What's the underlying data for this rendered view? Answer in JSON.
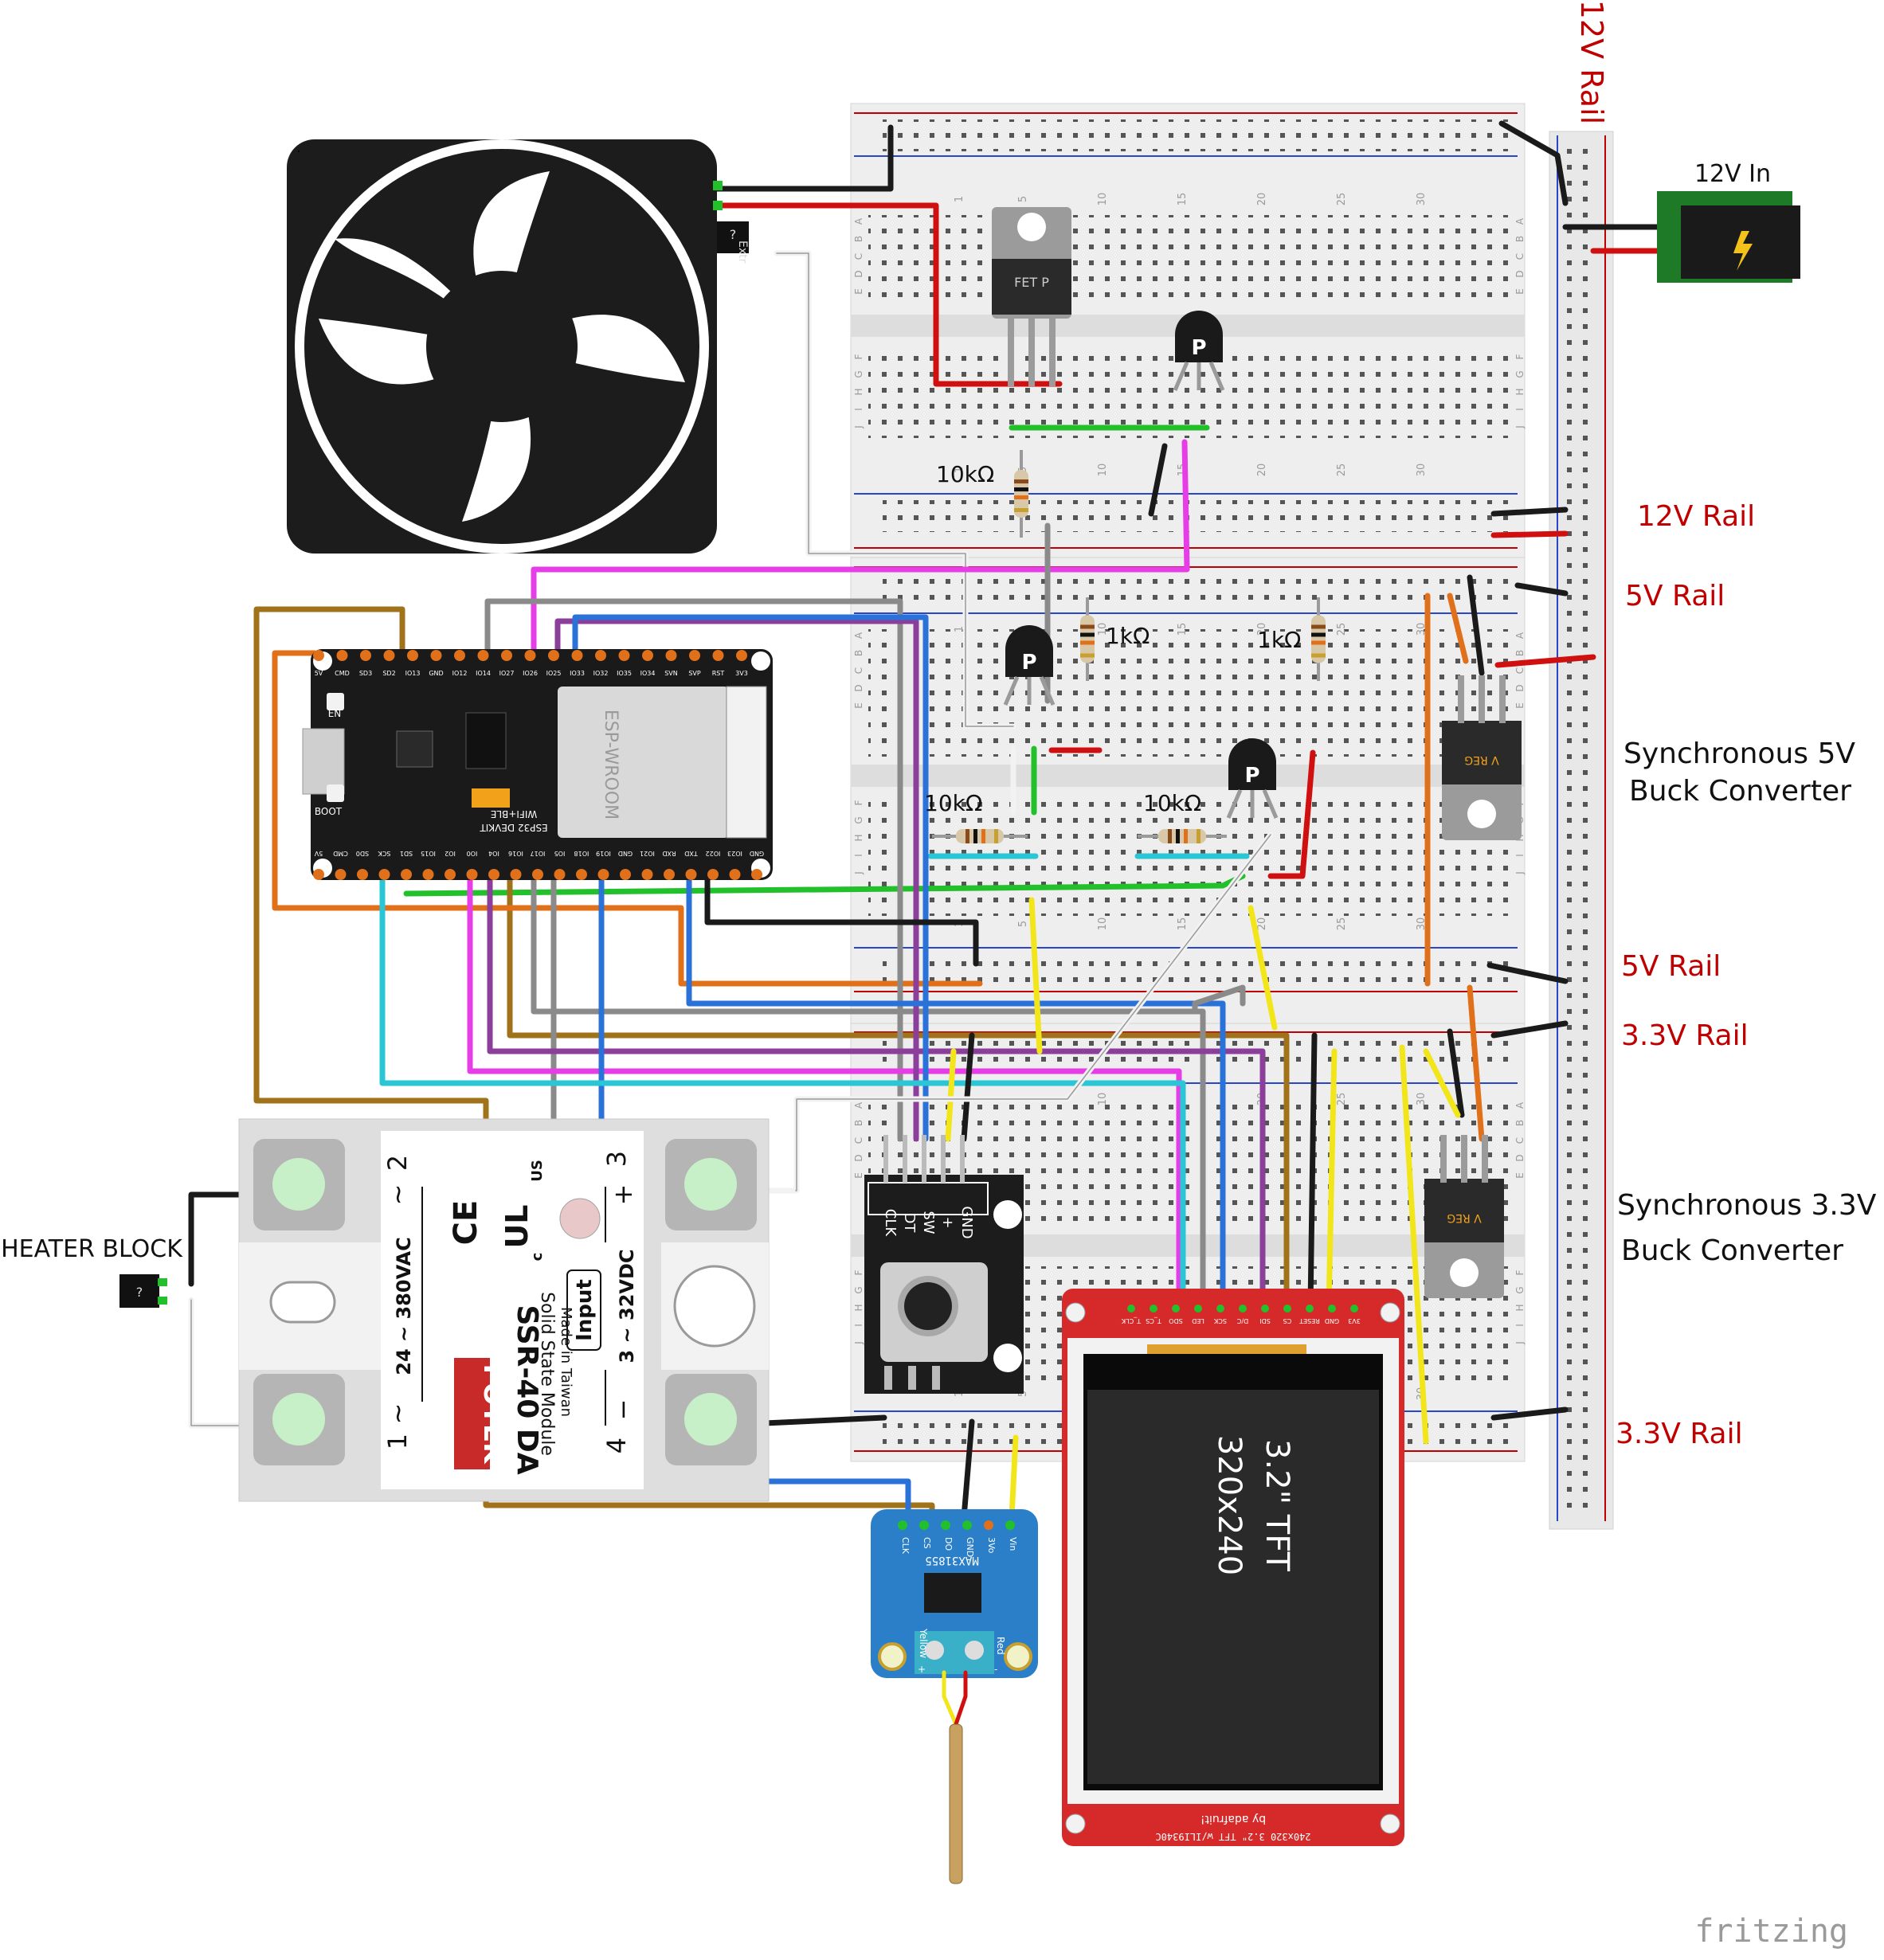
{
  "rail_labels": {
    "top_12v": "12V Rail",
    "mid_12v": "12V Rail",
    "mid_5v": "5V Rail",
    "low_5v": "5V Rail",
    "low_33v": "3.3V Rail",
    "bottom_33v": "3.3V Rail"
  },
  "power_in": {
    "label": "12V In"
  },
  "buck_5v": {
    "line1": "Synchronous 5V",
    "line2": "Buck Converter",
    "chip": "V REG"
  },
  "buck_33v": {
    "line1": "Synchronous 3.3V",
    "line2": "Buck Converter",
    "chip": "V REG"
  },
  "heater": {
    "label": "HEATER BLOCK",
    "marker": "?"
  },
  "fan": {
    "connector": "Extr",
    "marker": "?"
  },
  "resistors": {
    "r1": "10kΩ",
    "r2": "1kΩ",
    "r3": "1kΩ",
    "r4": "10kΩ",
    "r5": "10kΩ"
  },
  "mosfet": {
    "label": "FET P"
  },
  "transistor": {
    "label": "P"
  },
  "esp32": {
    "module": "ESP-WROOM",
    "board": "ESP32 DEVKIT",
    "sub": "WIFI+BLE",
    "en": "EN",
    "boot": "BOOT",
    "pins_top": [
      "5V",
      "CMD",
      "SD3",
      "SD2",
      "IO13",
      "GND",
      "IO12",
      "IO14",
      "IO27",
      "IO26",
      "IO25",
      "IO33",
      "IO32",
      "IO35",
      "IO34",
      "SVN",
      "SVP",
      "RST",
      "3V3"
    ],
    "pins_bottom": [
      "5V",
      "CMD",
      "SD0",
      "SCK",
      "SD1",
      "IO15",
      "IO2",
      "IO0",
      "IO4",
      "IO16",
      "IO17",
      "IO5",
      "IO18",
      "IO19",
      "GND",
      "IO21",
      "RXD",
      "TXD",
      "IO22",
      "IO23",
      "GND"
    ]
  },
  "ssr": {
    "brand": "FOTEK",
    "model": "SSR-40 DA",
    "desc": "Solid State Module",
    "made": "Made in Taiwan",
    "ac_range": "24 ~ 380VAC",
    "dc_range": "3 ~ 32VDC",
    "input": "Input",
    "t1": "1",
    "t2": "2",
    "t3": "3",
    "t4": "4",
    "plus": "+",
    "minus": "−",
    "tilde": "~",
    "cert_ce": "CE",
    "cert_ul": "UL",
    "cert_c": "c",
    "cert_us": "US"
  },
  "encoder": {
    "pins": [
      "CLK",
      "DT",
      "SW",
      "+",
      "GND"
    ]
  },
  "tft": {
    "size": "3.2\" TFT",
    "resolution": "320x240",
    "pins": [
      "T_CLK",
      "T_CS",
      "SDO",
      "LED",
      "SCK",
      "D/C",
      "SDI",
      "CS",
      "RESET",
      "GND",
      "3V3"
    ],
    "footer": "by adafruit!",
    "footer2": "240x320 3.2\" TFT w/ILI9340C"
  },
  "max31855": {
    "chip": "MAX31855",
    "pins": [
      "CLK",
      "CS",
      "DO",
      "GND",
      "3Vo",
      "Vin"
    ],
    "yellow": "Yellow",
    "red": "Red",
    "plus": "+",
    "minus": "-"
  },
  "breadboard": {
    "columns": [
      "1",
      "5",
      "10",
      "15",
      "20",
      "25",
      "30"
    ],
    "rows": [
      "A",
      "B",
      "C",
      "D",
      "E",
      "F",
      "G",
      "H",
      "I",
      "J"
    ]
  },
  "footer": {
    "brand": "fritzing"
  },
  "colors": {
    "rail_red": "#c00000",
    "wire_black": "#1a1a1a",
    "wire_red": "#d01010",
    "wire_green": "#22c02a",
    "wire_magenta": "#e63de6",
    "wire_purple": "#8b3f9a",
    "wire_grey": "#8a8a8a",
    "wire_white": "#f2f2f2",
    "wire_blue": "#2a72d8",
    "wire_cyan": "#2ac6d6",
    "wire_orange": "#e0701a",
    "wire_brown": "#a0721a",
    "wire_yellow": "#f2e61a",
    "board_pcb": "#1a1a1a",
    "tft_pcb": "#d62a2a",
    "max_pcb": "#2a7fc8",
    "breadboard": "#eeeeee"
  }
}
